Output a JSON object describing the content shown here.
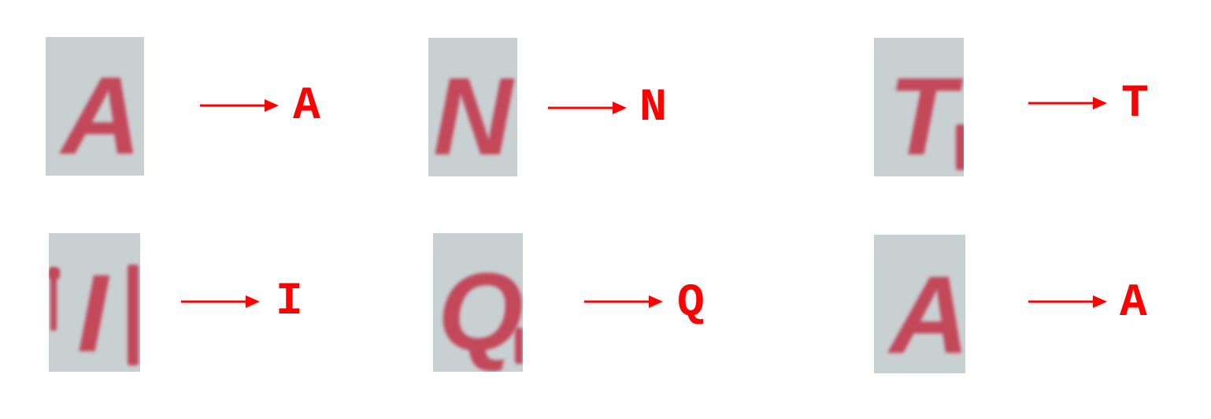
{
  "pairs": [
    {
      "input_glyph": "A",
      "output_label": "A"
    },
    {
      "input_glyph": "N",
      "output_label": "N"
    },
    {
      "input_glyph": "T",
      "output_label": "T"
    },
    {
      "input_glyph": "I",
      "output_label": "I"
    },
    {
      "input_glyph": "Q",
      "output_label": "Q"
    },
    {
      "input_glyph": "A",
      "output_label": "A"
    }
  ],
  "colors": {
    "crop_background": "#c9d0d2",
    "crop_glyph": "#c2485a",
    "arrow": "#ff0000",
    "output_label": "#ff0000"
  }
}
